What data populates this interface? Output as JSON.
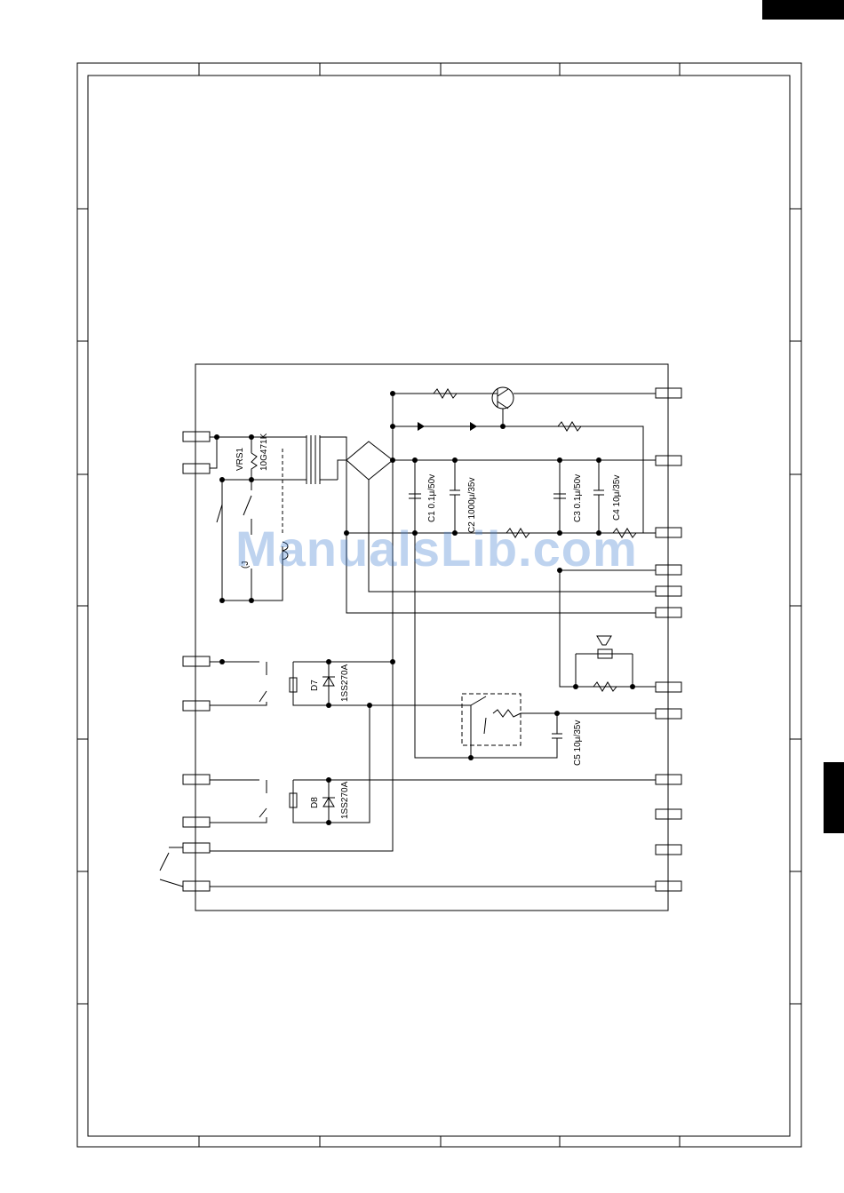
{
  "watermark": "ManualsLib.com",
  "components": {
    "vrs1_ref": "VRS1",
    "vrs1_part": "10G471K",
    "c1": "C1 0.1μ/50v",
    "c2": "C2 1000μ/35v",
    "c3": "C3 0.1μ/50v",
    "c4": "C4 10μ/35v",
    "c5": "C5 10μ/35v",
    "d7_ref": "D7",
    "d7_part": "1SS270A",
    "d8_ref": "D8",
    "d8_part": "1SS270A",
    "partial_label": "(J"
  },
  "colors": {
    "line": "#000000",
    "watermark": "#4682d2"
  }
}
